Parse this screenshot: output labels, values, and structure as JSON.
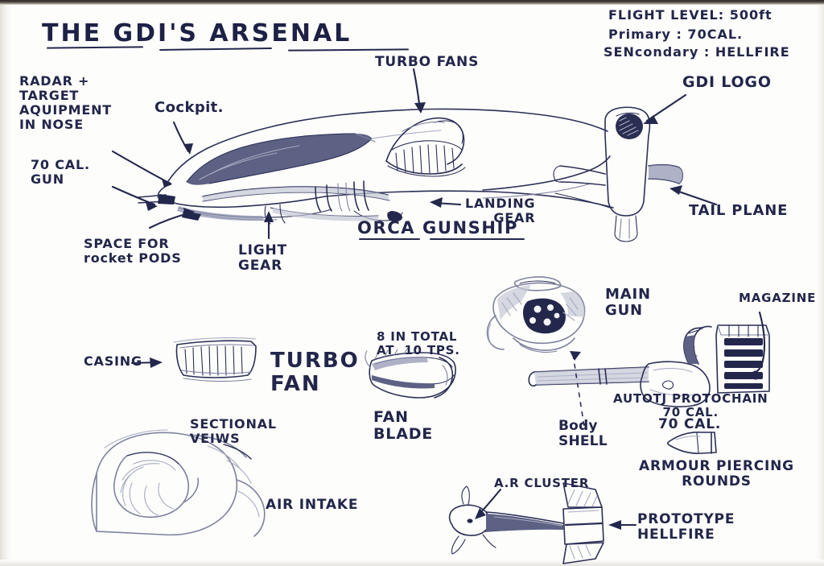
{
  "document": {
    "title": "THE GDI'S ARSENAL",
    "medium": "hand-drawn pen and pencil concept sketch on white paper"
  },
  "specs": {
    "line1": "FLIGHT LEVEL: 500ft",
    "line2": "Primary : 70CAL.",
    "line3": "SENcondary : HELLFIRE"
  },
  "aircraft": {
    "name": "ORCA GUNSHIP",
    "labels": {
      "radar": "RADAR +\nTARGET\nAQUIPMENT\nIN NOSE",
      "gun": "70 CAL.\nGUN",
      "rocket_pods": "SPACE FOR\nrocket PODS",
      "cockpit": "Cockpit.",
      "light_gear": "LIGHT\nGEAR",
      "turbo_fans": "TURBO FANS",
      "landing_gear": "LANDING\nGEAR",
      "gdi_logo": "GDI LOGO",
      "tail_plane": "TAIL PLANE"
    }
  },
  "turbofan": {
    "casing": "CASING",
    "title": "TURBO\nFAN",
    "sectional": "SECTIONAL\nVEIWS",
    "air_intake": "AIR INTAKE"
  },
  "fanblade": {
    "count_note": "8 IN TOTAL\nAT  10 TPS.",
    "label": "FAN\nBLADE"
  },
  "weapons": {
    "main_gun": "MAIN\nGUN",
    "magazine": "MAGAZINE",
    "autocannon": "AUTOTJ PROTOCHAIN\n70 CAL.",
    "body_shell": "Body\nSHELL",
    "round_caliber": "70 CAL.",
    "rounds": "ARMOUR PIERCING\nROUNDS",
    "ar_cluster": "A.R CLUSTER",
    "hellfire": "PROTOTYPE\nHELLFIRE"
  },
  "colors": {
    "ink": "#23274c",
    "pencil": "#7e829e",
    "paper": "#fdfdfc"
  }
}
